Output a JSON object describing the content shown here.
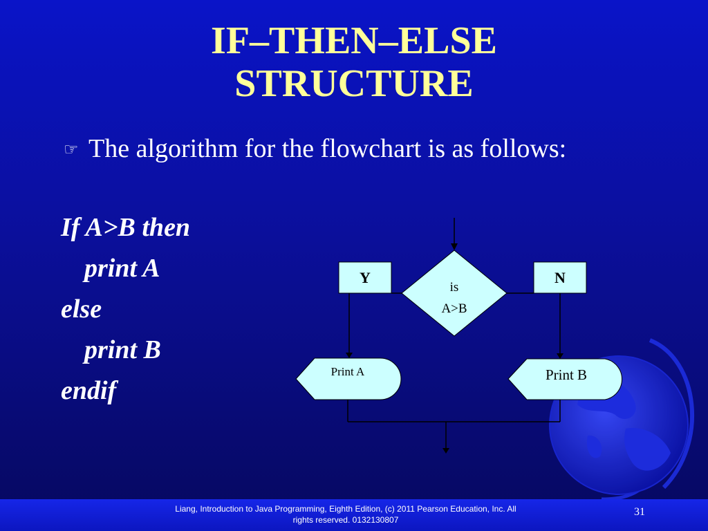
{
  "slide": {
    "title_line1": "IF–THEN–ELSE",
    "title_line2": "STRUCTURE",
    "bullet": "The algorithm for the flowchart is as follows:",
    "algorithm": [
      "If A>B then",
      "print A",
      "else",
      "print B",
      "endif"
    ],
    "footer_line1": "Liang, Introduction to Java Programming, Eighth Edition, (c) 2011 Pearson Education, Inc. All",
    "footer_line2": "rights reserved. 0132130807",
    "page_number": "31"
  },
  "flowchart": {
    "decision_line1": "is",
    "decision_line2": "A>B",
    "yes_label": "Y",
    "no_label": "N",
    "left_action": "Print A",
    "right_action": "Print B"
  },
  "colors": {
    "title": "#ffff99",
    "text": "#ffffff",
    "shape_fill": "#ccffff",
    "line": "#000000"
  },
  "icons": {
    "bullet": "pointing-hand-icon",
    "decoration": "globe-icon"
  }
}
